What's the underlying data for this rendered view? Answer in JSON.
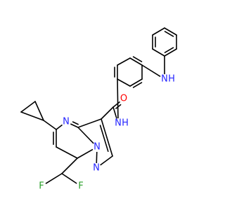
{
  "colors": {
    "N": "#2525ff",
    "O": "#ff0000",
    "F": "#2aa02a",
    "bond": "#000000"
  },
  "atoms": [
    {
      "name": "nh-amine",
      "symbol": "N",
      "label": "N",
      "sub": "H"
    },
    {
      "name": "o-carbonyl",
      "symbol": "O",
      "label": "O"
    },
    {
      "name": "n-amide",
      "symbol": "N",
      "label": "N",
      "sub": "H"
    },
    {
      "name": "n4-ring",
      "symbol": "N",
      "label": "N"
    },
    {
      "name": "n-bridge",
      "symbol": "N",
      "label": "N"
    },
    {
      "name": "n-pyrazole",
      "symbol": "N",
      "label": "N"
    },
    {
      "name": "f-left",
      "symbol": "F",
      "label": "F"
    },
    {
      "name": "f-right",
      "symbol": "F",
      "label": "F"
    }
  ]
}
